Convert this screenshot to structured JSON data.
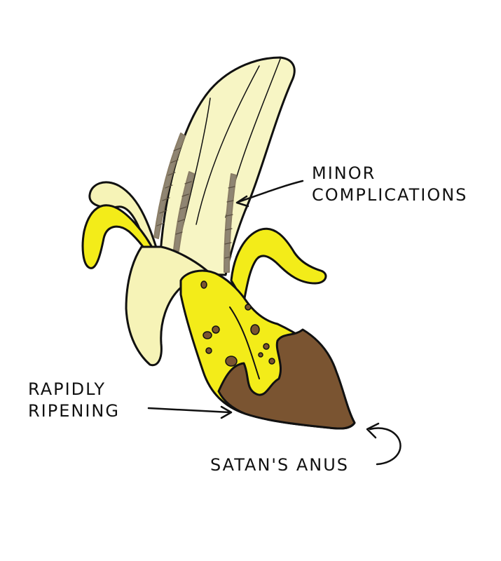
{
  "labels": {
    "minor_line1": "MINOR",
    "minor_line2": "COMPLICATIONS",
    "ripe_line1": "RAPIDLY",
    "ripe_line2": "RIPENING",
    "anus": "SATAN'S ANUS"
  },
  "colors": {
    "outline": "#111111",
    "flesh": "#f7f5c4",
    "peel_yellow": "#f3ec19",
    "peel_inner": "#f6f3b7",
    "rot_brown": "#7a5431",
    "strand_grey": "#8f8573",
    "background": "#ffffff"
  }
}
